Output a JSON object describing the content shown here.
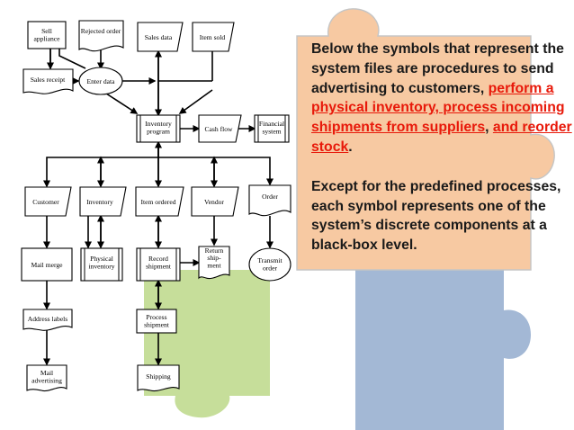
{
  "colors": {
    "puzzle_orange": "#f7c9a2",
    "puzzle_blue": "#a3b8d5",
    "puzzle_green": "#bcd888",
    "puzzle_outline": "#c5c5c5",
    "highlight_red": "#e8190a",
    "text_dark": "#1a1a1a"
  },
  "flowchart": {
    "nodes": {
      "sell_appliance": [
        "Sell",
        "appliance"
      ],
      "rejected_order": [
        "Rejected order"
      ],
      "sales_data": [
        "Sales data"
      ],
      "item_sold": [
        "Item sold"
      ],
      "sales_receipt": [
        "Sales receipt"
      ],
      "enter_data": [
        "Enter data"
      ],
      "inventory_program": [
        "Inventory",
        "program"
      ],
      "cash_flow": [
        "Cash flow"
      ],
      "financial_system": [
        "Financial",
        "system"
      ],
      "customer": [
        "Customer"
      ],
      "inventory": [
        "Inventory"
      ],
      "item_ordered": [
        "Item ordered"
      ],
      "vendor": [
        "Vendor"
      ],
      "order": [
        "Order"
      ],
      "mail_merge": [
        "Mail merge"
      ],
      "physical_inventory": [
        "Physical",
        "inventory"
      ],
      "record_shipment": [
        "Record",
        "shipment"
      ],
      "return_shipment": [
        "Return",
        "ship-",
        "ment"
      ],
      "transmit_order": [
        "Transmit",
        "order"
      ],
      "address_labels": [
        "Address labels"
      ],
      "process_shipment": [
        "Process",
        "shipment"
      ],
      "mail_advertising": [
        "Mail",
        "advertising"
      ],
      "shipping": [
        "Shipping"
      ]
    }
  },
  "text": {
    "p1_before": "Below the symbols that represent the system files are procedures to send advertising to customers, ",
    "p1_highlight_1": "perform a physical inventory, process incoming shipments from suppliers",
    "p1_between": ", ",
    "p1_highlight_2": "and reorder stock",
    "p1_end": ".",
    "p2": "Except for the predefined processes, each symbol represents one of the system’s discrete components at a black-box level."
  }
}
